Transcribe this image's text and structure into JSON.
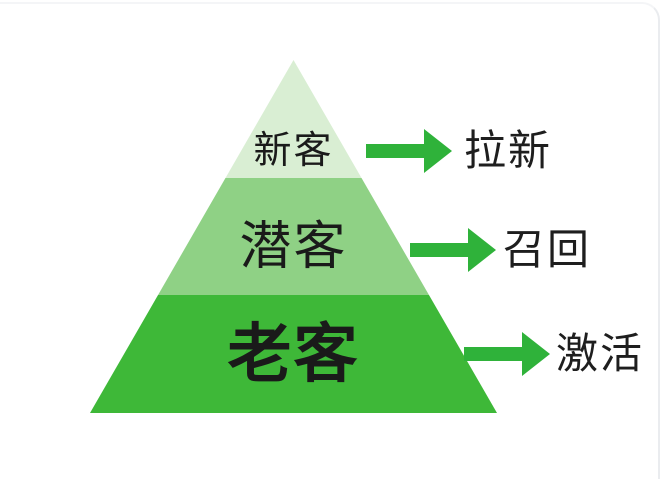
{
  "pyramid": {
    "tiers": [
      {
        "label": "新客",
        "action": "拉新",
        "color": "#d9eed3"
      },
      {
        "label": "潜客",
        "action": "召回",
        "color": "#8fd185"
      },
      {
        "label": "老客",
        "action": "激活",
        "color": "#3eb838"
      }
    ]
  },
  "colors": {
    "arrow": "#2fb23a",
    "tier_text": "#1a1a1a",
    "action_text": "#1e1e1e",
    "background": "#ffffff"
  },
  "icons": {
    "arrow": "block-arrow-right-icon"
  }
}
